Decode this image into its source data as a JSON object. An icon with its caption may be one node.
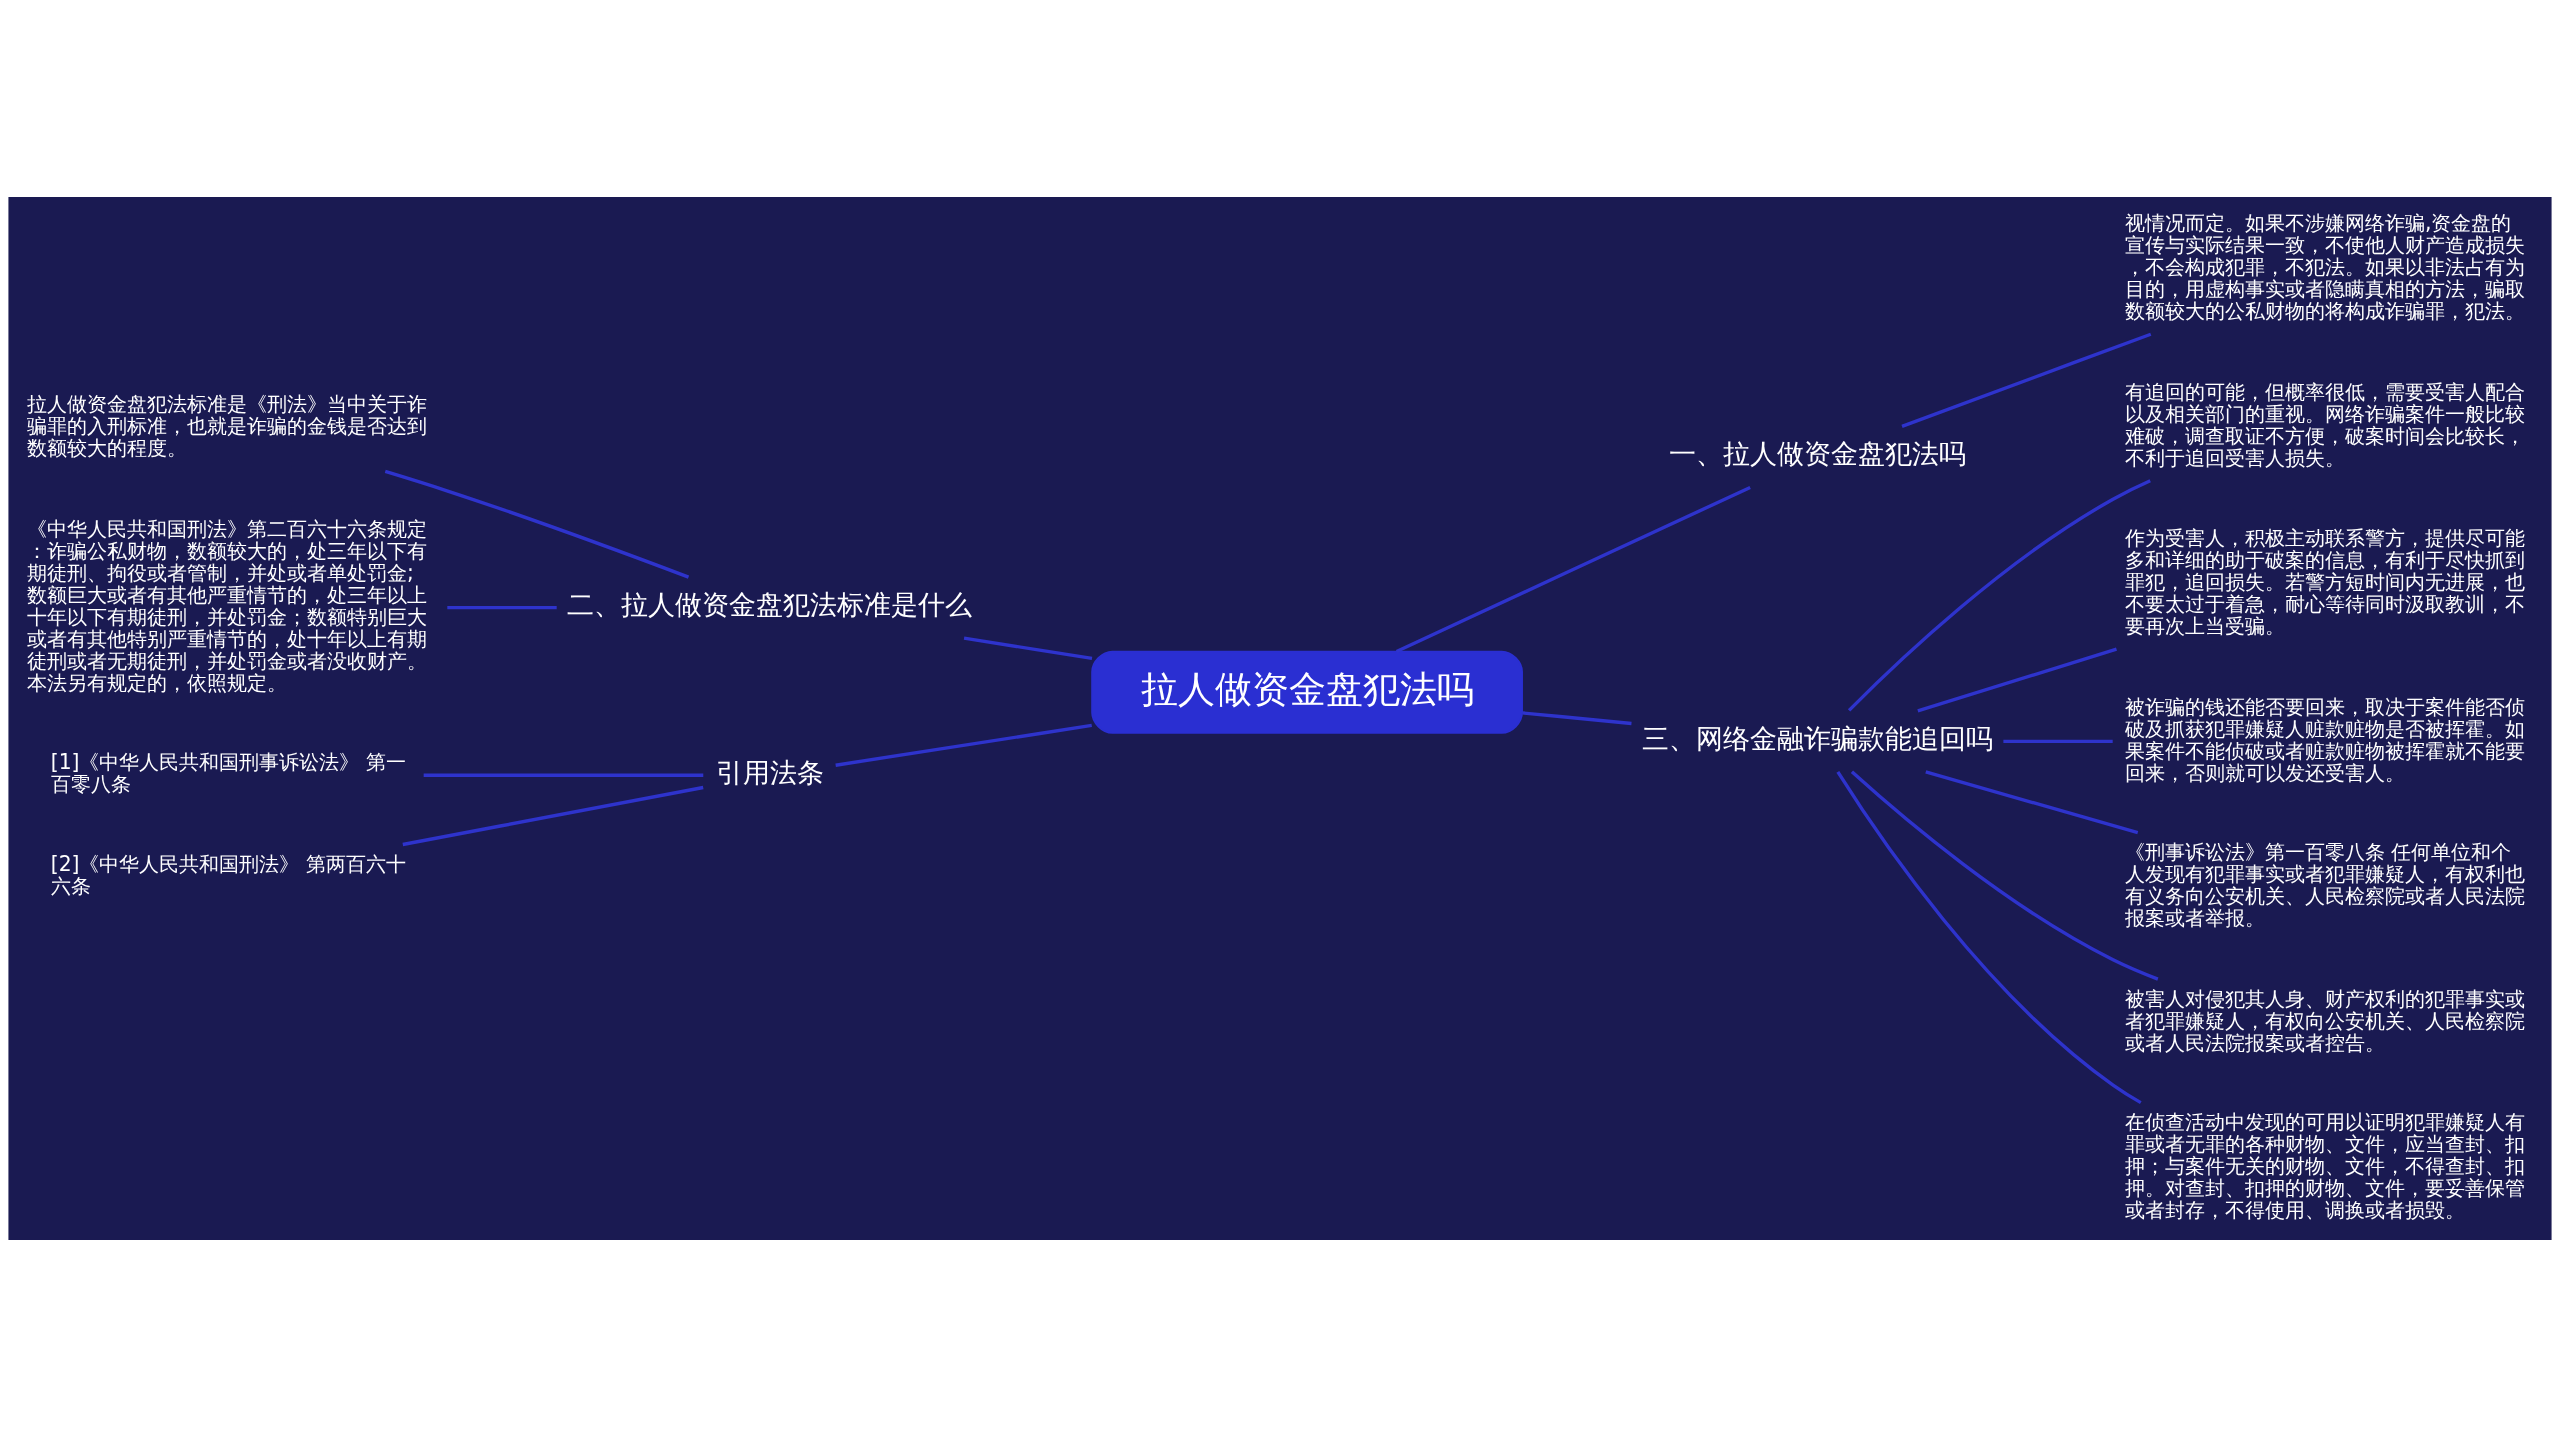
{
  "diagram": {
    "nodes": [
      {
        "text": [
          "拉人做资金盘犯法吗"
        ]
      },
      {
        "text": [
          "一、拉人做资金盘犯法吗"
        ]
      },
      {
        "text": [
          "视情况而定。如果不涉嫌网络诈骗,资金盘的宣传与实际结果一致，不使他人财产造成损失，不会构成犯罪，不犯法。如果以非法占有为目的，用虚构事实或者隐瞒真相的方法，骗取数额较大的公私财物的将构成诈骗罪，犯法。"
        ]
      },
      {
        "text": [
          "二、拉人做资金盘犯法标准是什么"
        ]
      },
      {
        "text": [
          "拉人做资金盘犯法标准是《刑法》当中关于诈骗罪的入刑标准，也就是诈骗的金钱是否达到数额较大的程度。"
        ]
      },
      {
        "text": [
          "《中华人民共和国刑法》第二百六十六条规定：诈骗公私财物，数额较大的，处三年以下有期徒刑、拘役或者管制，并处或者单处罚金;数额巨大或者有其他严重情节的，处三年以上十年以下有期徒刑，并处罚金；数额特别巨大或者有其他特别严重情节的，处十年以上有期徒刑或者无期徒刑，并处罚金或者没收财产。本法另有规定的，依照规定。"
        ]
      },
      {
        "text": [
          "三、网络金融诈骗款能追回吗"
        ]
      },
      {
        "text": [
          "有追回的可能，但概率很低，需要受害人配合以及相关部门的重视。网络诈骗案件一般比较难破，调查取证不方便，破案时间会比较长，不利于追回受害人损失。"
        ]
      },
      {
        "text": [
          "作为受害人，积极主动联系警方，提供尽可能多和详细的助于破案的信息，有利于尽快抓到罪犯，追回损失。若警方短时间内无进展，也不要太过于着急，耐心等待同时汲取教训，不要再次上当受骗。"
        ]
      },
      {
        "text": [
          "被诈骗的钱还能否要回来，取决于案件能否侦破及抓获犯罪嫌疑人赃款赃物是否被挥霍。如果案件不能侦破或者赃款赃物被挥霍就不能要回来，否则就可以发还受害人。"
        ]
      },
      {
        "text": [
          "《刑事诉讼法》第一百零八条 任何单位和个人发现有犯罪事实或者犯罪嫌疑人，有权利也有义务向公安机关、人民检察院或者人民法院报案或者举报。"
        ]
      },
      {
        "text": [
          "被害人对侵犯其人身、财产权利的犯罪事实或者犯罪嫌疑人，有权向公安机关、人民检察院或者人民法院报案或者控告。"
        ]
      },
      {
        "text": [
          "在侦查活动中发现的可用以证明犯罪嫌疑人有罪或者无罪的各种财物、文件，应当查封、扣押；与案件无关的财物、文件，不得查封、扣押。对查封、扣押的财物、文件，要妥善保管或者封存，不得使用、调换或者损毁。"
        ]
      },
      {
        "text": [
          "引用法条"
        ]
      },
      {
        "text": [
          "[1]《中华人民共和国刑事诉讼法》 第一百零八条"
        ]
      },
      {
        "text": [
          "[2]《中华人民共和国刑法》 第两百六十六条"
        ]
      }
    ],
    "edges": [
      {
        "from": 0,
        "to": 1,
        "arrow": "none"
      },
      {
        "from": 1,
        "to": 2,
        "arrow": "none"
      },
      {
        "from": 3,
        "to": 0,
        "arrow": "none"
      },
      {
        "from": 4,
        "to": 3,
        "arrow": "none"
      },
      {
        "from": 5,
        "to": 3,
        "arrow": "none"
      },
      {
        "from": 0,
        "to": 6,
        "arrow": "none"
      },
      {
        "from": 6,
        "to": 7,
        "arrow": "none"
      },
      {
        "from": 6,
        "to": 8,
        "arrow": "none"
      },
      {
        "from": 6,
        "to": 9,
        "arrow": "none"
      },
      {
        "from": 6,
        "to": 10,
        "arrow": "none"
      },
      {
        "from": 6,
        "to": 11,
        "arrow": "none"
      },
      {
        "from": 6,
        "to": 12,
        "arrow": "none"
      },
      {
        "from": 13,
        "to": 0,
        "arrow": "none"
      },
      {
        "from": 14,
        "to": 13,
        "arrow": "none"
      },
      {
        "from": 15,
        "to": 13,
        "arrow": "none"
      }
    ]
  }
}
